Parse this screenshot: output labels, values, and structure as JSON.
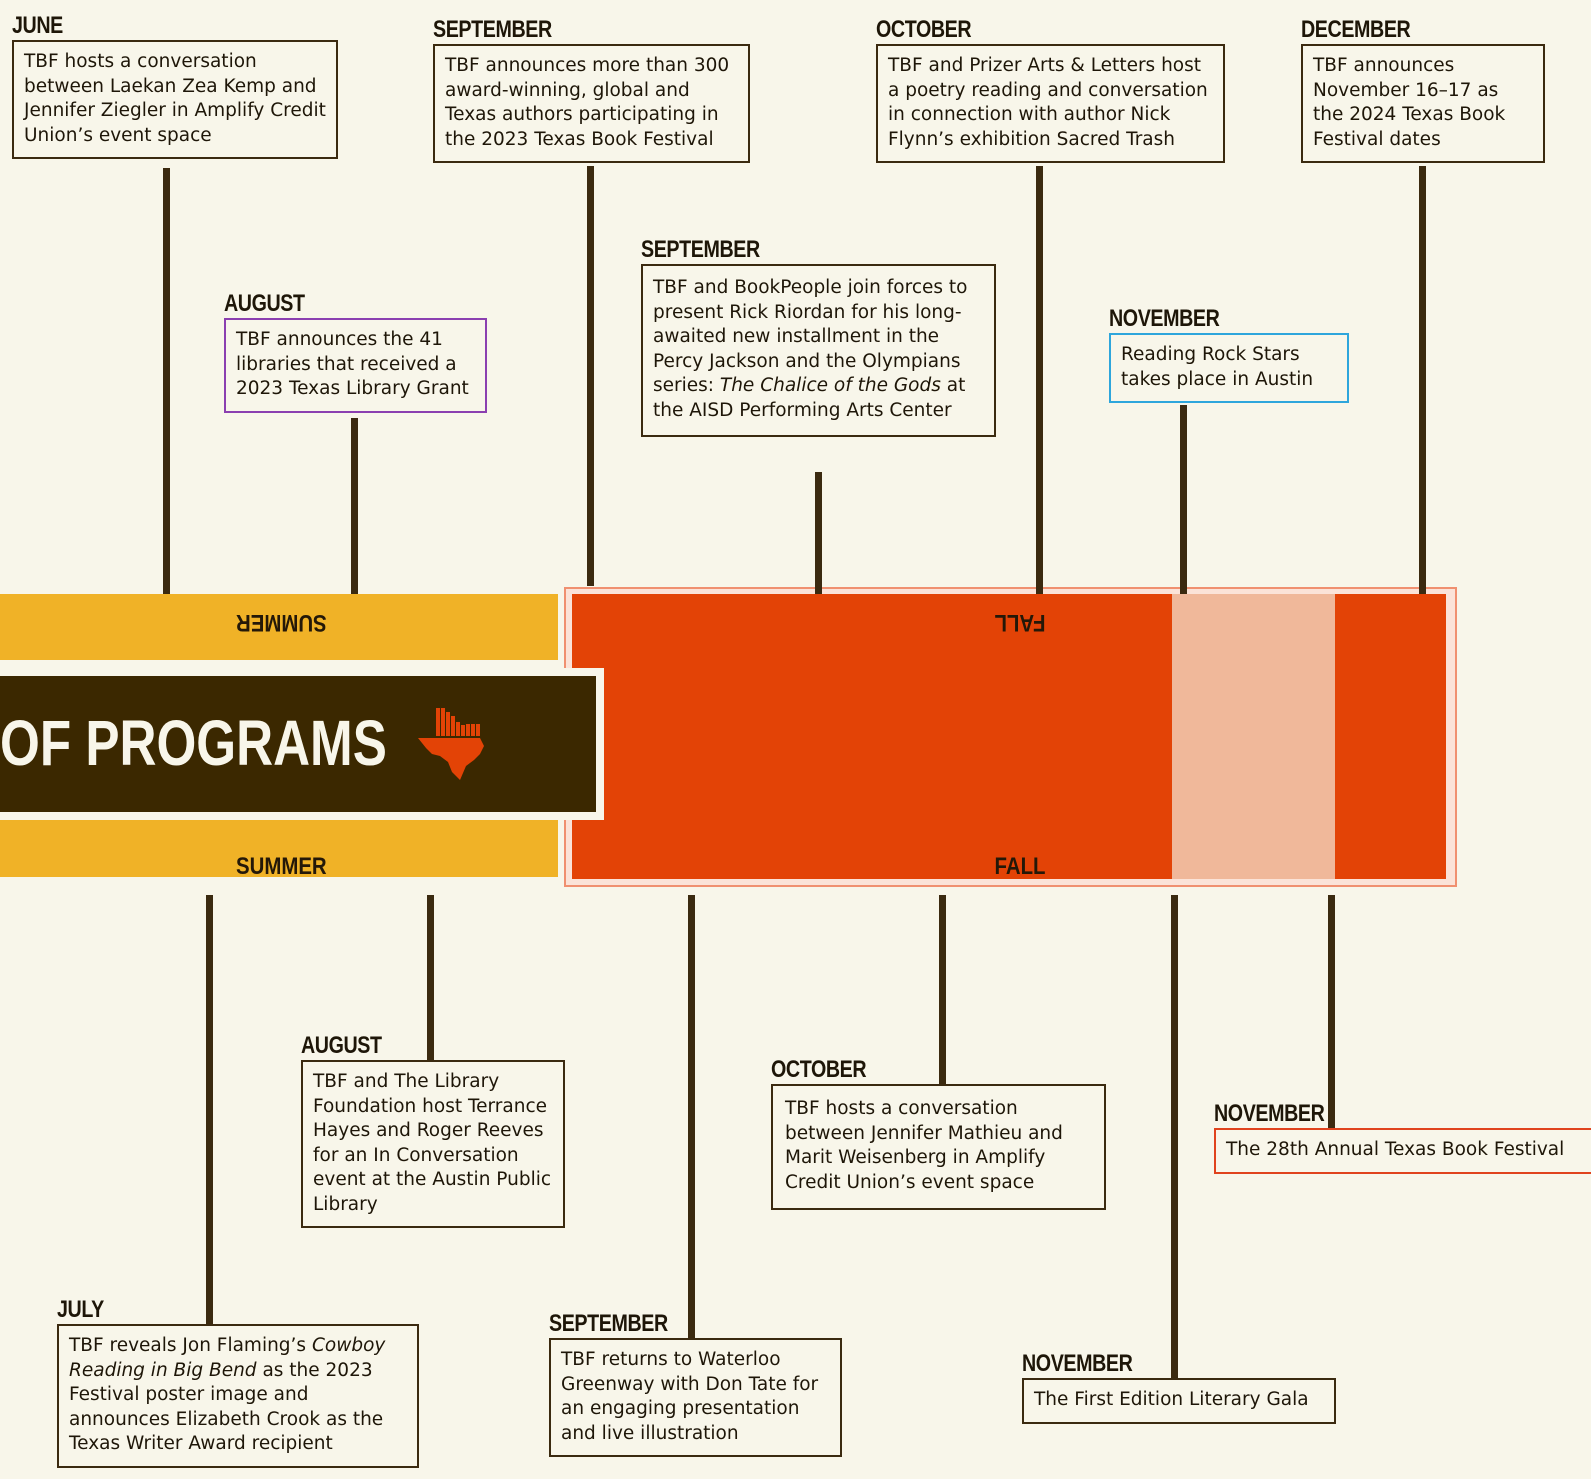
{
  "banner": {
    "title": "OF PROGRAMS",
    "logo_icon": "texas-books-logo-icon"
  },
  "seasons": {
    "summer": "SUMMER",
    "fall": "FALL"
  },
  "colors": {
    "summer": "#f0b227",
    "fall": "#e34306",
    "fall_light": "#f0b89a",
    "banner": "#3b2800",
    "background": "#f8f6ea"
  },
  "events_top": [
    {
      "month": "JUNE",
      "text": "TBF hosts a conversation between Laekan Zea Kemp and Jennifer Ziegler in Amplify Credit Union’s event space"
    },
    {
      "month": "SEPTEMBER",
      "text": "TBF announces more than 300 award-winning, global and Texas authors participating in the 2023 Texas Book Festival"
    },
    {
      "month": "OCTOBER",
      "text": "TBF and Prizer Arts & Letters host a poetry reading and conversation in connection with author Nick Flynn’s exhibition Sacred Trash"
    },
    {
      "month": "DECEMBER",
      "text": "TBF announces November 16–17 as the 2024 Texas Book Festival dates"
    },
    {
      "month": "AUGUST",
      "text": "TBF announces the 41 libraries that received a 2023 Texas Library Grant"
    },
    {
      "month": "SEPTEMBER",
      "text_before": "TBF and BookPeople join forces to present Rick Riordan for his long-awaited new installment in the Percy Jackson and the Olympians series: ",
      "italic": "The Chalice of the Gods",
      "text_after": " at the AISD Performing Arts Center"
    },
    {
      "month": "NOVEMBER",
      "text": "Reading Rock Stars takes place in Austin"
    }
  ],
  "events_bottom": [
    {
      "month": "AUGUST",
      "text": "TBF and The Library Foundation host Terrance Hayes and Roger Reeves for an In Conversation event at the Austin Public Library"
    },
    {
      "month": "OCTOBER",
      "text": "TBF hosts a conversation between Jennifer Mathieu and Marit Weisenberg in Amplify Credit Union’s event space"
    },
    {
      "month": "NOVEMBER",
      "text": "The 28th Annual Texas Book Festival"
    },
    {
      "month": "JULY",
      "text_before": "TBF reveals Jon Flaming’s ",
      "italic": "Cowboy Reading in Big Bend",
      "text_after": " as the 2023 Festival poster image and announces Elizabeth Crook as the Texas Writer Award recipient"
    },
    {
      "month": "SEPTEMBER",
      "text": "TBF returns to Waterloo Greenway with Don Tate for an engaging presentation and live illustration"
    },
    {
      "month": "NOVEMBER",
      "text": "The First Edition Literary Gala"
    }
  ]
}
